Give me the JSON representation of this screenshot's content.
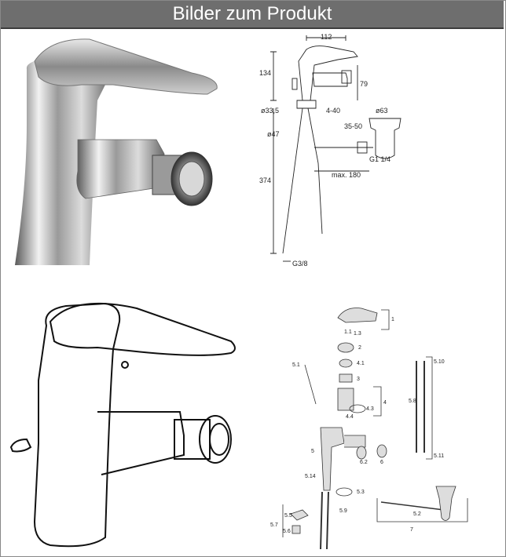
{
  "header": {
    "title": "Bilder zum Produkt"
  },
  "drawing": {
    "dims": {
      "width_top": "112",
      "height_upper": "134",
      "spout_height": "79",
      "base_diameter": "ø33,5",
      "pipe_range": "4-40",
      "waste_diameter": "ø63",
      "range_35_50": "35-50",
      "nut_diameter": "ø47",
      "thread": "G1 1/4",
      "max_reach": "max. 180",
      "hose_length": "374",
      "connection": "G3/8"
    }
  },
  "parts": {
    "labels": [
      "1",
      "1.1",
      "1.3",
      "2",
      "4.1",
      "3",
      "5.1",
      "4",
      "4.3",
      "4.4",
      "5.10",
      "5.8",
      "5",
      "6.2",
      "6",
      "5.11",
      "5.14",
      "5.3",
      "5.9",
      "5.2",
      "7",
      "5.5",
      "5.7",
      "5.6"
    ]
  }
}
